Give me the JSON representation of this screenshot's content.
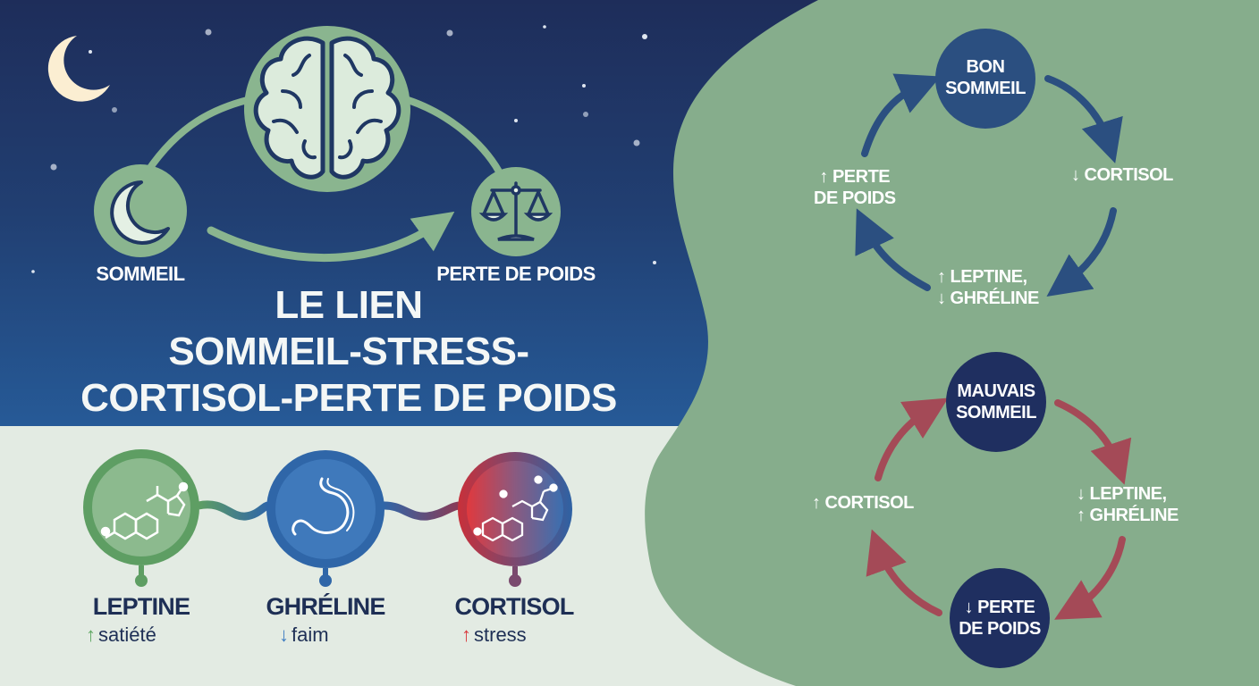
{
  "title": {
    "line1": "LE LIEN",
    "line2": "SOMMEIL-STRESS-",
    "line3": "CORTISOL-PERTE DE POIDS"
  },
  "top_flow": {
    "nodes": [
      {
        "id": "sommeil",
        "label": "SOMMEIL",
        "icon": "moon-icon"
      },
      {
        "id": "brain",
        "label": "",
        "icon": "brain-icon"
      },
      {
        "id": "perte",
        "label": "PERTE DE POIDS",
        "icon": "scale-icon"
      }
    ]
  },
  "hormones": [
    {
      "name": "LEPTINE",
      "arrow": "↑",
      "effect": "satiété",
      "arrow_color": "#5fa863",
      "icon": "molecule-icon",
      "ring_color": "#5e9e63"
    },
    {
      "name": "GHRÉLINE",
      "arrow": "↓",
      "effect": "faim",
      "arrow_color": "#3d7cc2",
      "icon": "stomach-icon",
      "ring_color": "#2f66a8"
    },
    {
      "name": "CORTISOL",
      "arrow": "↑",
      "effect": "stress",
      "arrow_color": "#d9383d",
      "icon": "molecule-icon",
      "ring_color": "#7a4a6e"
    }
  ],
  "good_cycle": {
    "center": "BON SOMMEIL",
    "center_lines": [
      "BON",
      "SOMMEIL"
    ],
    "steps": [
      {
        "lines": [
          "↓ CORTISOL"
        ]
      },
      {
        "lines": [
          "↑ LEPTINE,",
          "↓ GHRÉLINE"
        ]
      },
      {
        "lines": [
          "↑ PERTE",
          "DE POIDS"
        ]
      }
    ],
    "arrow_color": "#2b4f80"
  },
  "bad_cycle": {
    "center": "MAUVAIS SOMMEIL",
    "center_lines": [
      "MAUVAIS",
      "SOMMEIL"
    ],
    "steps": [
      {
        "lines": [
          "↓ LEPTINE,",
          "↑ GHRÉLINE"
        ]
      },
      {
        "lines": [
          "↓ PERTE",
          "DE POIDS"
        ]
      },
      {
        "lines": [
          "↑ CORTISOL"
        ]
      }
    ],
    "arrow_color": "#a44a57"
  },
  "colors": {
    "sky_top": "#1e2d5a",
    "sky_bottom": "#265a97",
    "green_panel": "#86ad8c",
    "navy_node": "#1f2f60",
    "blue_node": "#2b4f80",
    "sage": "#8ab58f"
  }
}
